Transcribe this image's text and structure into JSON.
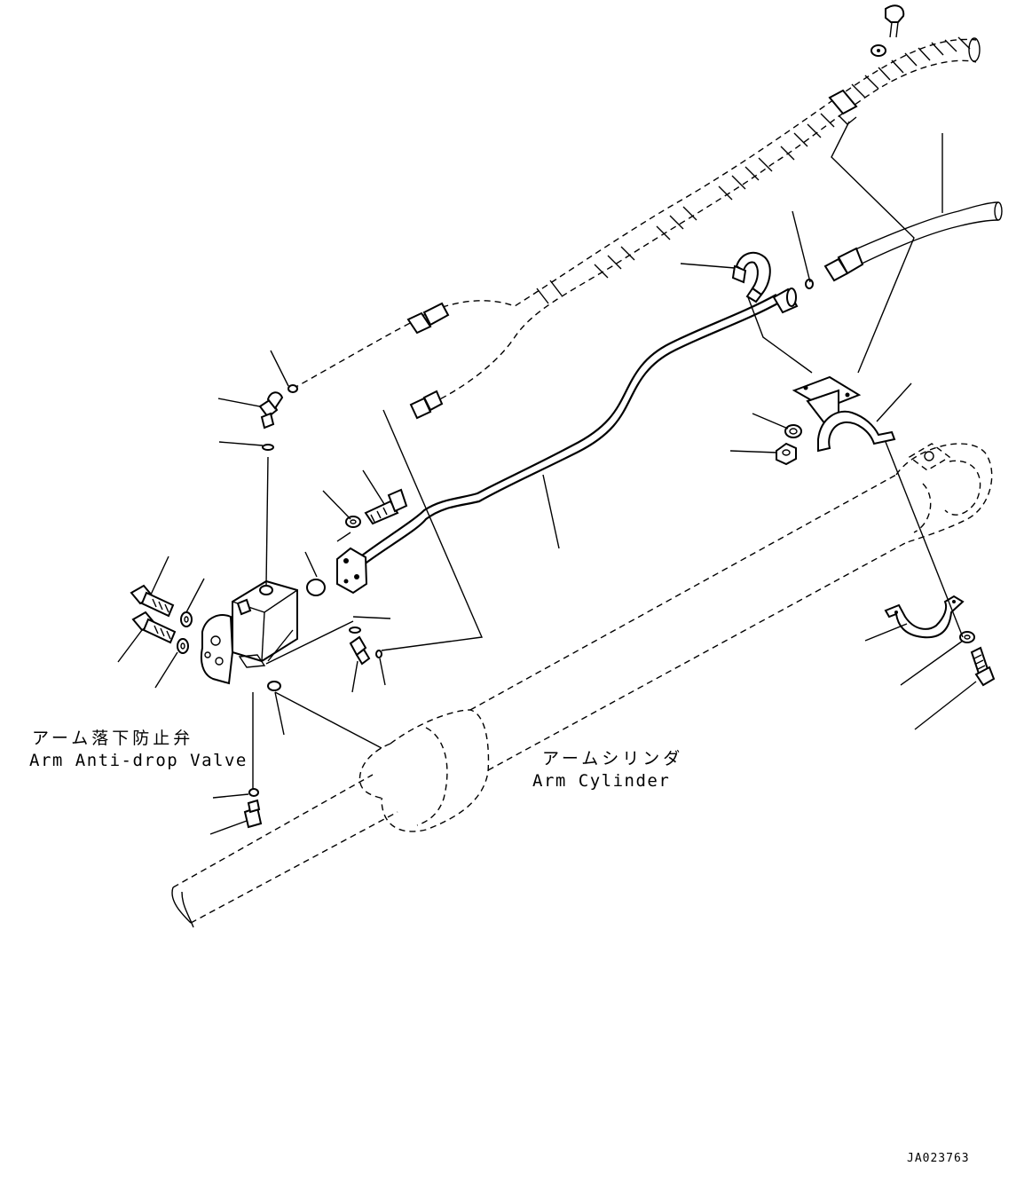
{
  "labels": {
    "valve_jp": "アーム落下防止弁",
    "valve_en": "Arm Anti-drop Valve",
    "cylinder_jp": "アームシリンダ",
    "cylinder_en": "Arm Cylinder",
    "drawing_code": "JA023763"
  },
  "colors": {
    "ink": "#000000",
    "paper": "#ffffff"
  }
}
